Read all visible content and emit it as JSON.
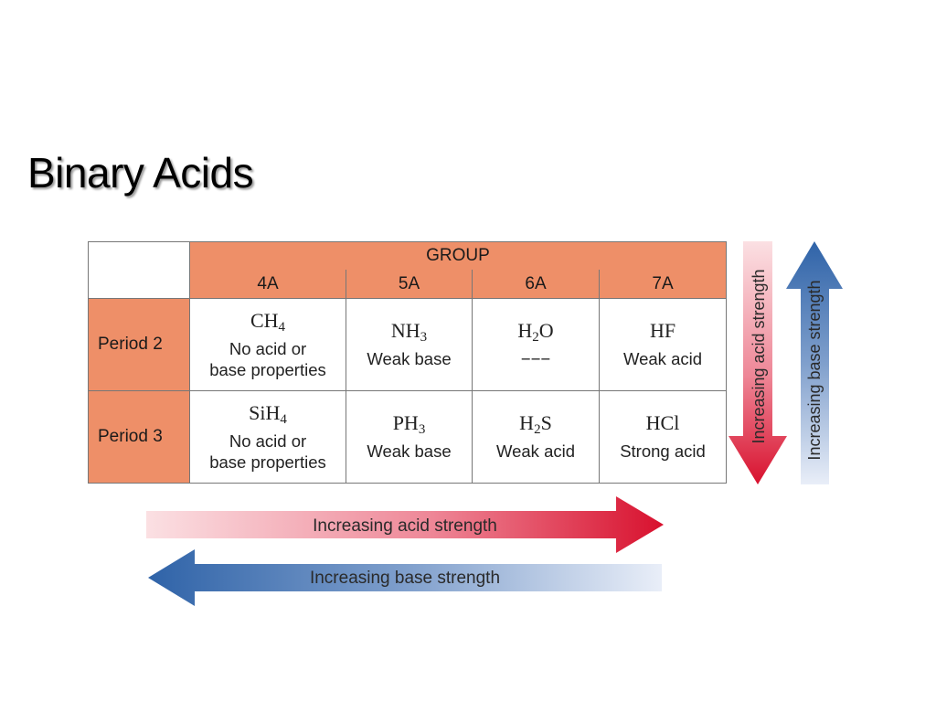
{
  "slide": {
    "title": "Binary Acids"
  },
  "table": {
    "group_header": "GROUP",
    "columns": [
      "4A",
      "5A",
      "6A",
      "7A"
    ],
    "rows": [
      {
        "period": "Period 2",
        "cells": [
          {
            "formula": [
              "CH",
              "4",
              ""
            ],
            "desc": [
              "No acid or",
              "base properties"
            ]
          },
          {
            "formula": [
              "NH",
              "3",
              ""
            ],
            "desc": [
              "Weak base",
              ""
            ]
          },
          {
            "formula": [
              "H",
              "2",
              "O"
            ],
            "desc": [
              "−−−",
              ""
            ]
          },
          {
            "formula": [
              "HF",
              "",
              ""
            ],
            "desc": [
              "Weak acid",
              ""
            ]
          }
        ]
      },
      {
        "period": "Period 3",
        "cells": [
          {
            "formula": [
              "SiH",
              "4",
              ""
            ],
            "desc": [
              "No acid or",
              "base properties"
            ]
          },
          {
            "formula": [
              "PH",
              "3",
              ""
            ],
            "desc": [
              "Weak base",
              ""
            ]
          },
          {
            "formula": [
              "H",
              "2",
              "S"
            ],
            "desc": [
              "Weak acid",
              ""
            ]
          },
          {
            "formula": [
              "HCl",
              "",
              ""
            ],
            "desc": [
              "Strong acid",
              ""
            ]
          }
        ]
      }
    ]
  },
  "arrows": {
    "acid_horizontal": "Increasing acid strength",
    "base_horizontal": "Increasing base strength",
    "acid_vertical": "Increasing acid strength",
    "base_vertical": "Increasing base strength"
  },
  "colors": {
    "header_orange": "#ee8f68",
    "acid_red": "#d8112e",
    "base_blue": "#2f63a8"
  }
}
